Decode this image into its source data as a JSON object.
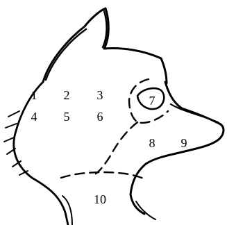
{
  "diagram": {
    "regions": [
      {
        "id": "1",
        "label": "1"
      },
      {
        "id": "2",
        "label": "2"
      },
      {
        "id": "3",
        "label": "3"
      },
      {
        "id": "4",
        "label": "4"
      },
      {
        "id": "5",
        "label": "5"
      },
      {
        "id": "6",
        "label": "6"
      },
      {
        "id": "7",
        "label": "7"
      },
      {
        "id": "8",
        "label": "8"
      },
      {
        "id": "9",
        "label": "9"
      },
      {
        "id": "10",
        "label": "10"
      }
    ]
  }
}
